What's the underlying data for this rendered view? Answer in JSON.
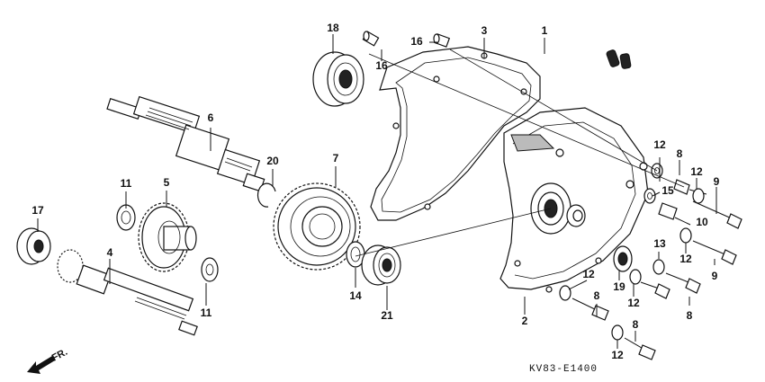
{
  "diagram": {
    "code": "KV83-E1400",
    "direction_label": "FR.",
    "callouts": [
      "1",
      "2",
      "3",
      "4",
      "5",
      "6",
      "7",
      "8",
      "9",
      "10",
      "11",
      "12",
      "13",
      "14",
      "15",
      "16",
      "17",
      "18",
      "19",
      "20",
      "21"
    ]
  }
}
